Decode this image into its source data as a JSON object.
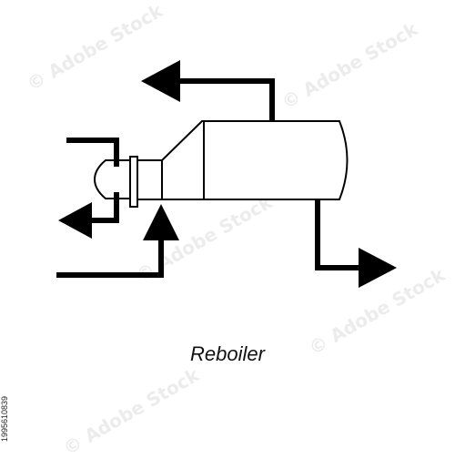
{
  "caption": "Reboiler",
  "stock_id": "1995610839",
  "watermark": "© Adobe Stock",
  "colors": {
    "stroke": "#000000",
    "background": "#ffffff"
  }
}
